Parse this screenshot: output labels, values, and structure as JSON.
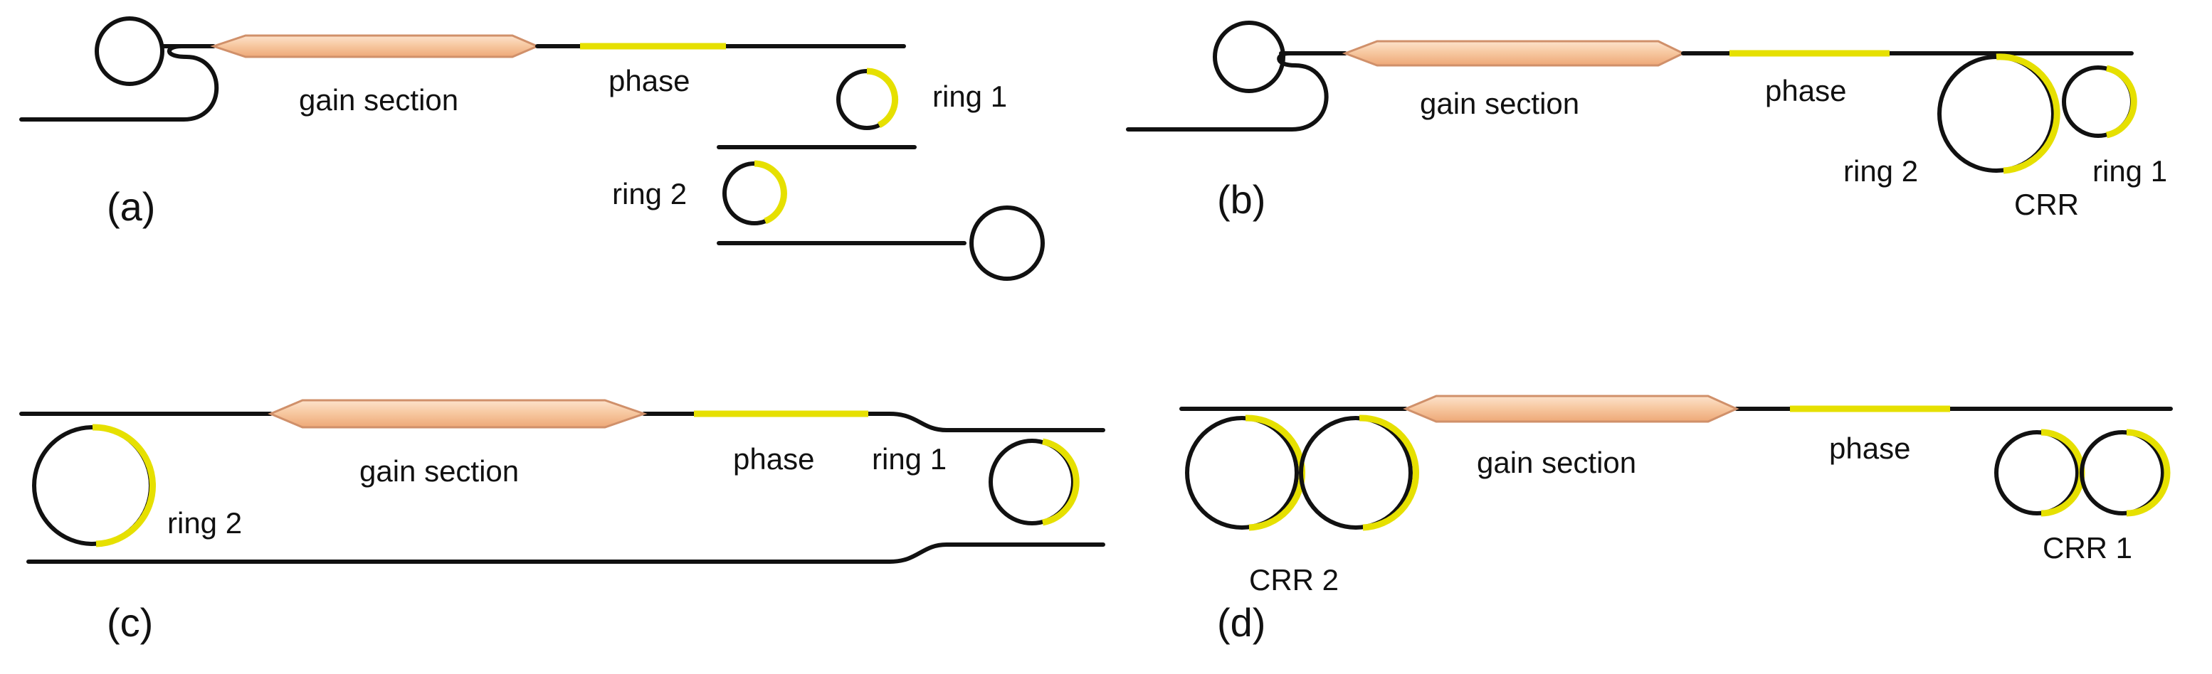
{
  "colors": {
    "waveguide": "#111111",
    "heater_yellow": "#e6e000",
    "gain_fill_light": "#fde3cc",
    "gain_fill_mid": "#f5b98c",
    "gain_stroke": "#d0906a",
    "background": "#ffffff"
  },
  "icons": {
    "gain_section": "tapered-amplifier-bar",
    "ring": "ring-resonator",
    "loop_mirror": "loop-mirror",
    "phase": "heater-segment"
  },
  "panels": [
    {
      "id": "a",
      "tag": "(a)",
      "gain_label": "gain section",
      "phase_label": "phase",
      "labels": [
        "ring 1",
        "ring 2"
      ]
    },
    {
      "id": "b",
      "tag": "(b)",
      "gain_label": "gain section",
      "phase_label": "phase",
      "labels": [
        "ring 2",
        "CRR",
        "ring 1"
      ]
    },
    {
      "id": "c",
      "tag": "(c)",
      "gain_label": "gain section",
      "phase_label": "phase",
      "labels": [
        "ring 1",
        "ring 2"
      ]
    },
    {
      "id": "d",
      "tag": "(d)",
      "gain_label": "gain section",
      "phase_label": "phase",
      "labels": [
        "CRR 2",
        "CRR 1"
      ]
    }
  ]
}
